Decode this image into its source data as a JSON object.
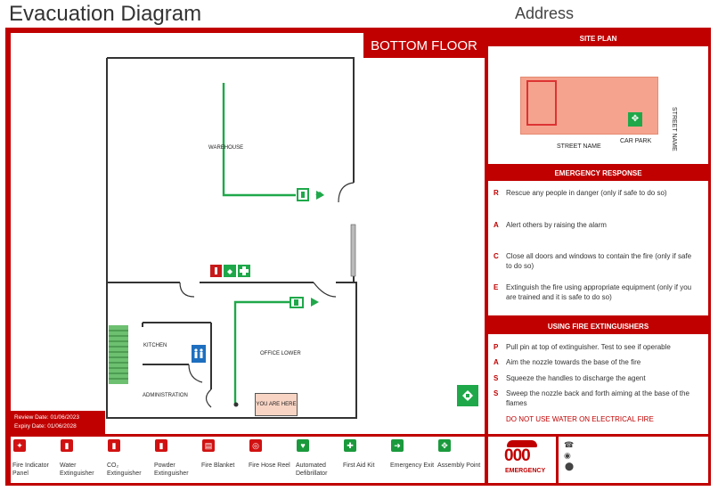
{
  "header": {
    "title": "Evacuation Diagram",
    "address": "Address"
  },
  "floor": {
    "label": "BOTTOM FLOOR"
  },
  "rooms": {
    "warehouse": "WAREHOUSE",
    "kitchen": "KITCHEN",
    "administration": "ADMINISTRATION",
    "office": "OFFICE LOWER"
  },
  "you_are_here": "YOU ARE HERE",
  "review": {
    "review_date": "Review Date: 01/06/2023",
    "expiry_date": "Expiry Date: 01/06/2028"
  },
  "site_plan": {
    "heading": "SITE PLAN",
    "street_name_bottom": "STREET NAME",
    "street_name_side": "STREET NAME",
    "car_park": "CAR PARK"
  },
  "emergency_response": {
    "heading": "EMERGENCY RESPONSE",
    "items": [
      {
        "letter": "R",
        "text": "Rescue any people in danger (only if safe to do so)"
      },
      {
        "letter": "A",
        "text": "Alert others by raising the alarm"
      },
      {
        "letter": "C",
        "text": "Close all doors and windows to contain the fire (only if safe to do so)"
      },
      {
        "letter": "E",
        "text": "Extinguish the fire using appropriate equipment (only if you are trained and it is safe to do so)"
      }
    ]
  },
  "extinguishers": {
    "heading": "USING FIRE EXTINGUISHERS",
    "items": [
      {
        "letter": "P",
        "text": "Pull pin at top of extinguisher. Test to see if operable"
      },
      {
        "letter": "A",
        "text": "Aim the nozzle towards the base of the fire"
      },
      {
        "letter": "S",
        "text": "Squeeze the handles to discharge the agent"
      },
      {
        "letter": "S",
        "text": "Sweep the nozzle back and forth aiming at the base of the flames"
      }
    ],
    "warning": "DO NOT USE WATER ON ELECTRICAL FIRE"
  },
  "emergency_number": {
    "number": "000",
    "label": "EMERGENCY"
  },
  "legend": [
    {
      "label": "Fire Indicator Panel",
      "icon": "fire-indicator-panel-icon",
      "color": "#d11111"
    },
    {
      "label": "Water Extinguisher",
      "icon": "water-extinguisher-icon",
      "color": "#d11111"
    },
    {
      "label": "CO₂ Extinguisher",
      "icon": "co2-extinguisher-icon",
      "color": "#d11111"
    },
    {
      "label": "Powder Extinguisher",
      "icon": "powder-extinguisher-icon",
      "color": "#d11111"
    },
    {
      "label": "Fire Blanket",
      "icon": "fire-blanket-icon",
      "color": "#d11111"
    },
    {
      "label": "Fire Hose Reel",
      "icon": "fire-hose-reel-icon",
      "color": "#d11111"
    },
    {
      "label": "Automated Defibrillator",
      "icon": "defibrillator-icon",
      "color": "#1a9a3c"
    },
    {
      "label": "First Aid Kit",
      "icon": "first-aid-icon",
      "color": "#1a9a3c"
    },
    {
      "label": "Emergency Exit",
      "icon": "emergency-exit-icon",
      "color": "#1a9a3c"
    },
    {
      "label": "Assembly Point",
      "icon": "assembly-point-icon",
      "color": "#1a9a3c"
    }
  ]
}
